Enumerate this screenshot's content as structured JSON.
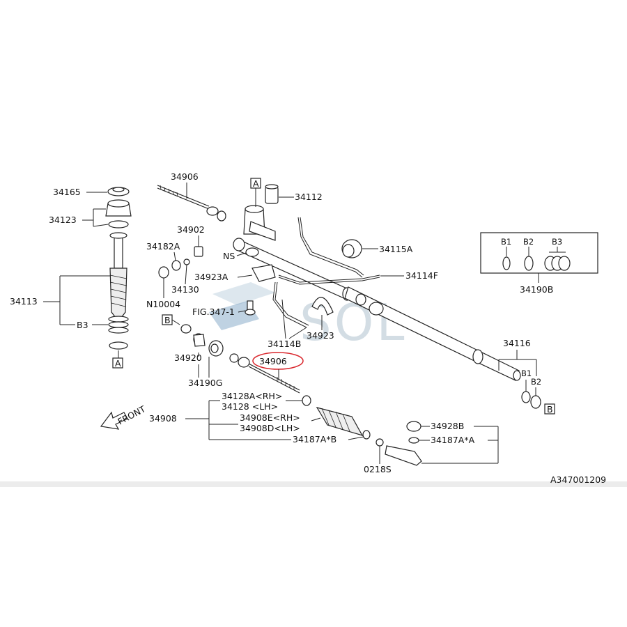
{
  "diagram": {
    "figure_code": "A347001209",
    "watermark": "SOL",
    "front_label": "FRONT",
    "highlight_color": "#d9262c",
    "labels": {
      "p34906_top": "34906",
      "p34165": "34165",
      "p34123": "34123",
      "p34113": "34113",
      "pB3": "B3",
      "p34902": "34902",
      "p34182A": "34182A",
      "p34130": "34130",
      "pN10004": "N10004",
      "pNS": "NS",
      "p34923A": "34923A",
      "pFIG": "FIG.347-1",
      "p34112": "34112",
      "p34115A": "34115A",
      "p34114F": "34114F",
      "p34114B": "34114B",
      "p34923": "34923",
      "p34920": "34920",
      "p34190G": "34190G",
      "p34906_mid": "34906",
      "p34116": "34116",
      "pB1_right": "B1",
      "pB2_right": "B2",
      "p34190B": "34190B",
      "pB1_box": "B1",
      "pB2_box": "B2",
      "pB3_box": "B3",
      "p34908": "34908",
      "p34128A": "34128A<RH>",
      "p34128": "34128 <LH>",
      "p34908E": "34908E<RH>",
      "p34908D": "34908D<LH>",
      "p34187AB": "34187A*B",
      "p34928B": "34928B",
      "p34187AA": "34187A*A",
      "p0218S": "0218S"
    },
    "markers": {
      "A_top": "A",
      "A_left": "A",
      "B_left": "B",
      "B_right": "B"
    }
  }
}
